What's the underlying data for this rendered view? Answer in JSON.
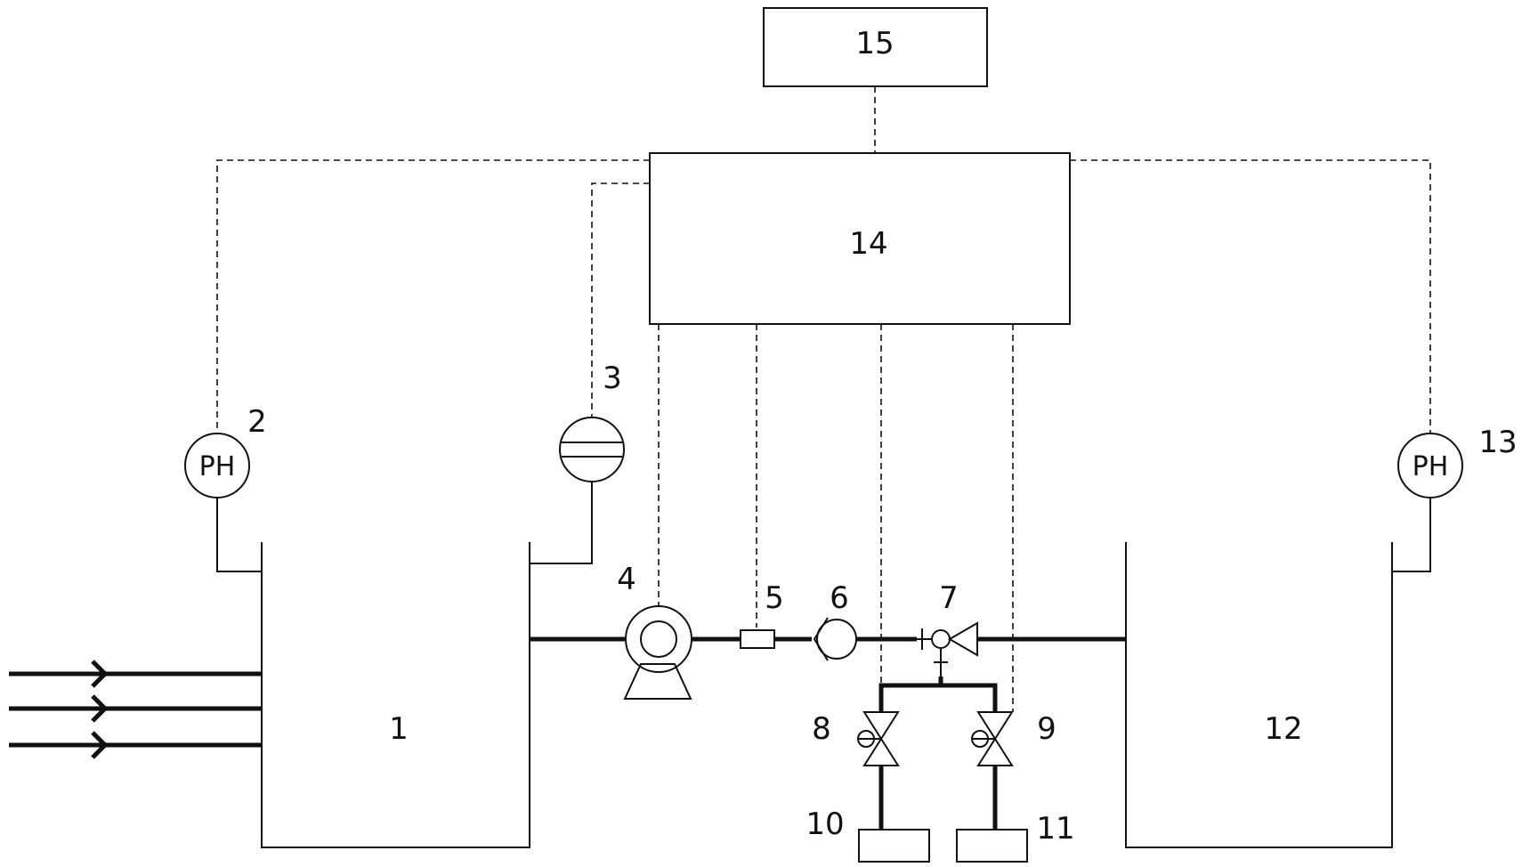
{
  "labels": {
    "tank_left": "1",
    "ph_left": "2",
    "level_sensor": "3",
    "pump": "4",
    "flowmeter": "5",
    "check_valve": "6",
    "ejector": "7",
    "valve_left": "8",
    "valve_right": "9",
    "reservoir_left": "10",
    "reservoir_right": "11",
    "tank_right": "12",
    "ph_right": "13",
    "controller": "14",
    "computer": "15"
  },
  "ph_text": "PH"
}
